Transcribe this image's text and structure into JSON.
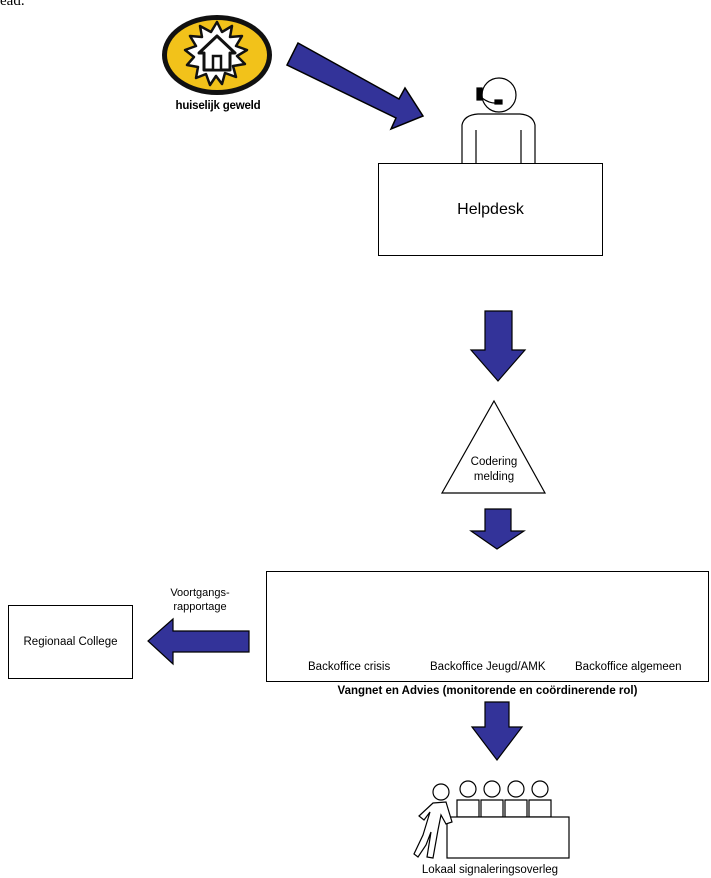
{
  "top_fragment": "ead.",
  "logo": {
    "caption": "huiselijk geweld",
    "badge_color": "#f2c21a"
  },
  "helpdesk": {
    "label": "Helpdesk"
  },
  "triangle": {
    "line1": "Codering",
    "line2": "melding"
  },
  "vangnet": {
    "backoffices": [
      "Backoffice crisis",
      "Backoffice Jeugd/AMK",
      "Backoffice algemeen"
    ],
    "label": "Vangnet en Advies (monitorende en coördinerende rol)"
  },
  "college": {
    "label": "Regionaal College"
  },
  "report": {
    "line1": "Voortgangs-",
    "line2": "rapportage"
  },
  "lokaal": {
    "label": "Lokaal signaleringsoverleg"
  },
  "colors": {
    "arrow_fill": "#333399",
    "logo_yellow": "#f2c21a"
  }
}
